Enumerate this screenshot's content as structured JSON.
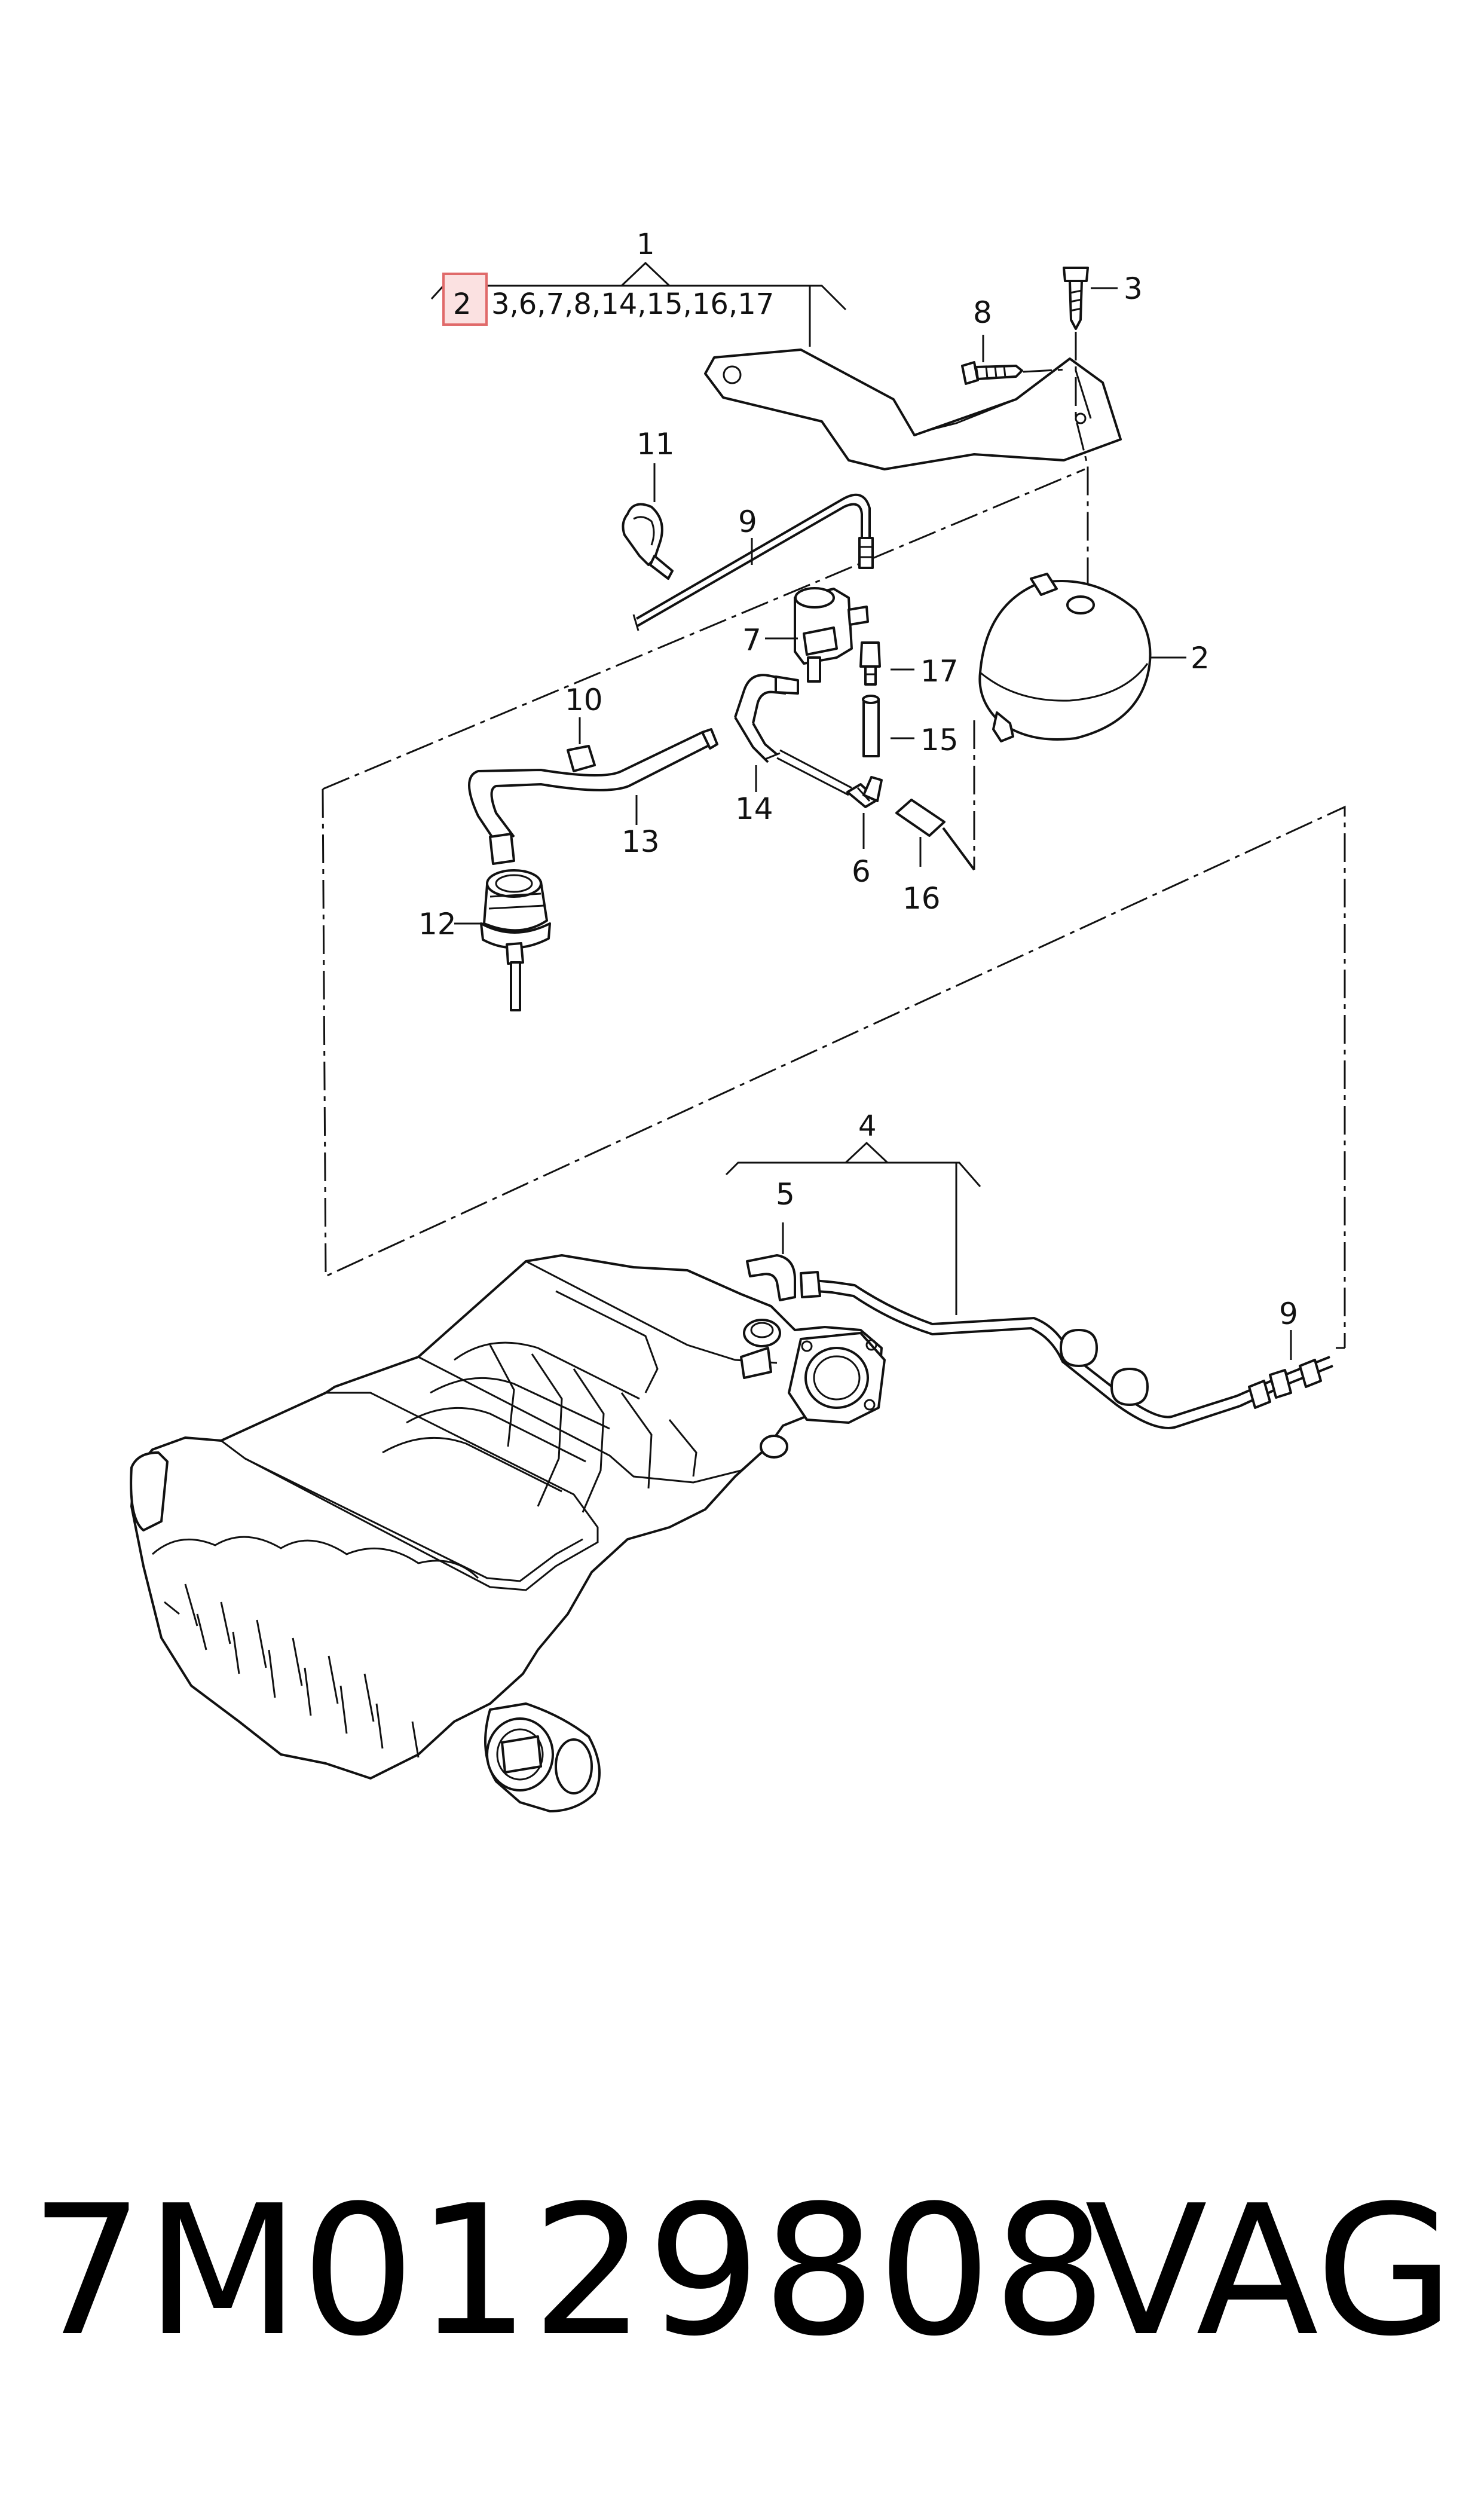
{
  "diagram": {
    "group_label_1": "1",
    "group_label_1_members": "3,6,7,8,14,15,16,17",
    "highlighted_part": "2",
    "group_label_4": "4",
    "callouts": {
      "c2": "2",
      "c3": "3",
      "c5": "5",
      "c6": "6",
      "c7": "7",
      "c8": "8",
      "c9a": "9",
      "c9b": "9",
      "c10": "10",
      "c11": "11",
      "c12": "12",
      "c13": "13",
      "c14": "14",
      "c15": "15",
      "c16": "16",
      "c17": "17"
    }
  },
  "footer": {
    "part_number": "7M0129808",
    "brand": "VAG"
  }
}
